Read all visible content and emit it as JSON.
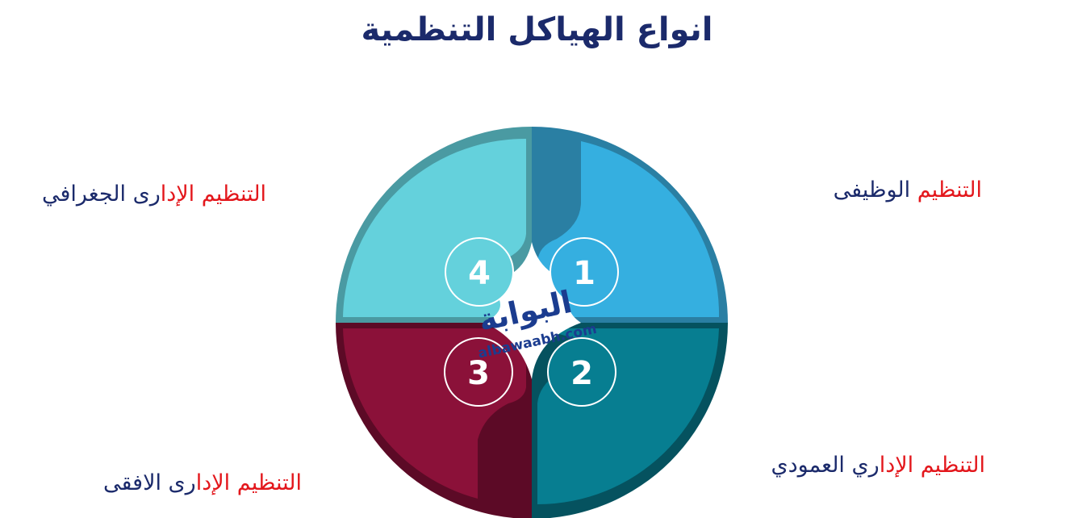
{
  "title": "انواع الهياكل التنظمية",
  "quadrants": [
    {
      "number": "1",
      "label_highlight": "التنظيم",
      "label_rest": " الوظيفى"
    },
    {
      "number": "2",
      "label_highlight": "التنظيم الإدا",
      "label_rest": "ري العمودي"
    },
    {
      "number": "3",
      "label_highlight": "التنظيم الإدا",
      "label_rest": "رى الافقى"
    },
    {
      "number": "4",
      "label_highlight": "التنظيم الإدا",
      "label_rest": "رى الجغرافي"
    }
  ],
  "watermark": {
    "arabic": "البوابة",
    "latin": "albawaabh.com"
  },
  "colors": {
    "title": "#1b2a6b",
    "highlight": "#e3171c",
    "q1_fill": "#35afe0",
    "q1_ring": "#2a7fa3",
    "q2_fill": "#077e91",
    "q2_ring": "#05525f",
    "q3_fill": "#8b1139",
    "q3_ring": "#5c0a26",
    "q4_fill": "#64d1dc",
    "q4_ring": "#4a9aa2"
  }
}
